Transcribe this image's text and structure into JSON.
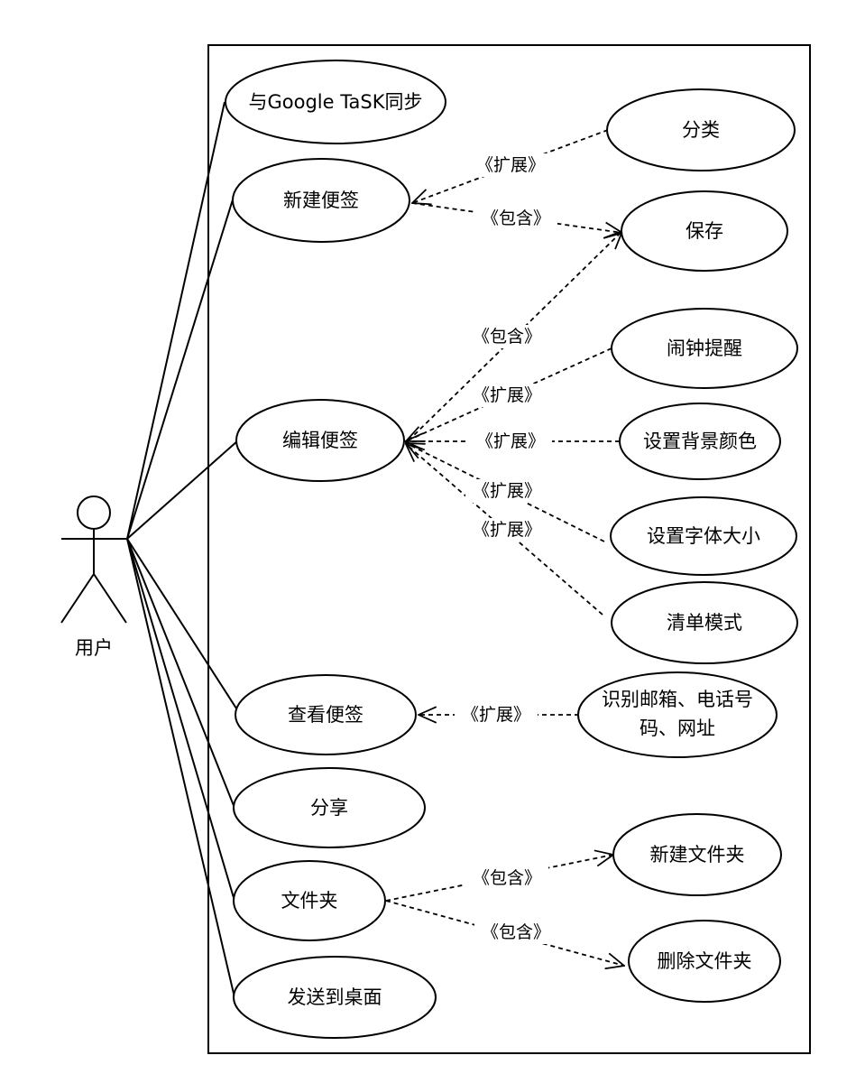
{
  "actor": {
    "name": "用户"
  },
  "use_cases": {
    "sync_google_task": "与Google TaSK同步",
    "new_note": "新建便签",
    "edit_note": "编辑便签",
    "view_note": "查看便签",
    "share": "分享",
    "folder": "文件夹",
    "send_to_desktop": "发送到桌面",
    "category": "分类",
    "save": "保存",
    "alarm_reminder": "闹钟提醒",
    "set_background_color": "设置背景颜色",
    "set_font_size": "设置字体大小",
    "checklist_mode": "清单模式",
    "recognize_contacts_line1": "识别邮箱、电话号",
    "recognize_contacts_line2": "码、网址",
    "new_folder": "新建文件夹",
    "delete_folder": "删除文件夹"
  },
  "relations": {
    "extend_label": "《扩展》",
    "include_label": "《包含》"
  },
  "colors": {
    "stroke": "#000000",
    "background": "#ffffff"
  }
}
